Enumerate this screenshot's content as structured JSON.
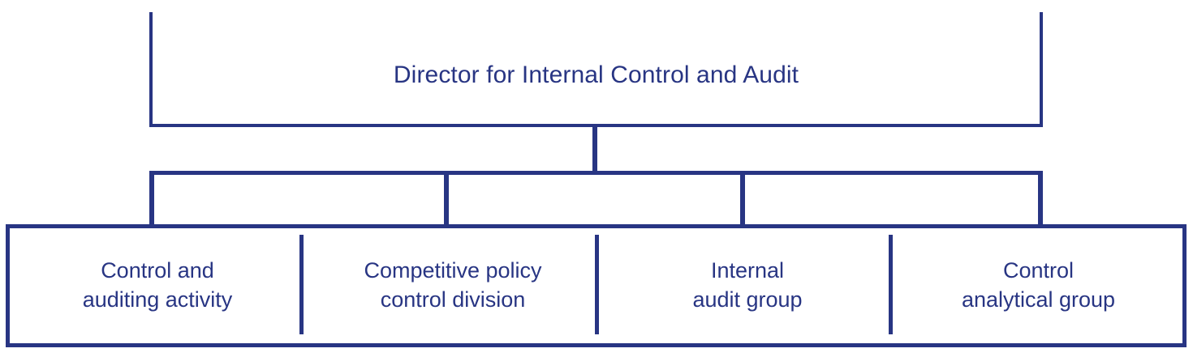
{
  "chart_data": {
    "type": "diagram",
    "diagram_kind": "organizational-chart",
    "title": "Director for Internal Control and Audit",
    "accent_color": "#283583",
    "background_color": "#ffffff",
    "levels": 2,
    "nodes": [
      {
        "id": "root",
        "level": 0,
        "label": "Director for Internal Control and Audit",
        "children": [
          "unit-1",
          "unit-2",
          "unit-3",
          "unit-4"
        ]
      },
      {
        "id": "unit-1",
        "level": 1,
        "label": "Control and auditing activity",
        "parent": "root"
      },
      {
        "id": "unit-2",
        "level": 1,
        "label": "Competitive policy control division",
        "parent": "root"
      },
      {
        "id": "unit-3",
        "level": 1,
        "label": "Internal audit group",
        "parent": "root"
      },
      {
        "id": "unit-4",
        "level": 1,
        "label": "Control analytical group",
        "parent": "root"
      }
    ]
  },
  "root": {
    "title": "Director for Internal Control and Audit"
  },
  "units": [
    {
      "line1": "Control and",
      "line2": "auditing activity"
    },
    {
      "line1": "Competitive policy",
      "line2": "control division"
    },
    {
      "line1": "Internal",
      "line2": "audit group"
    },
    {
      "line1": "Control",
      "line2": "analytical group"
    }
  ]
}
